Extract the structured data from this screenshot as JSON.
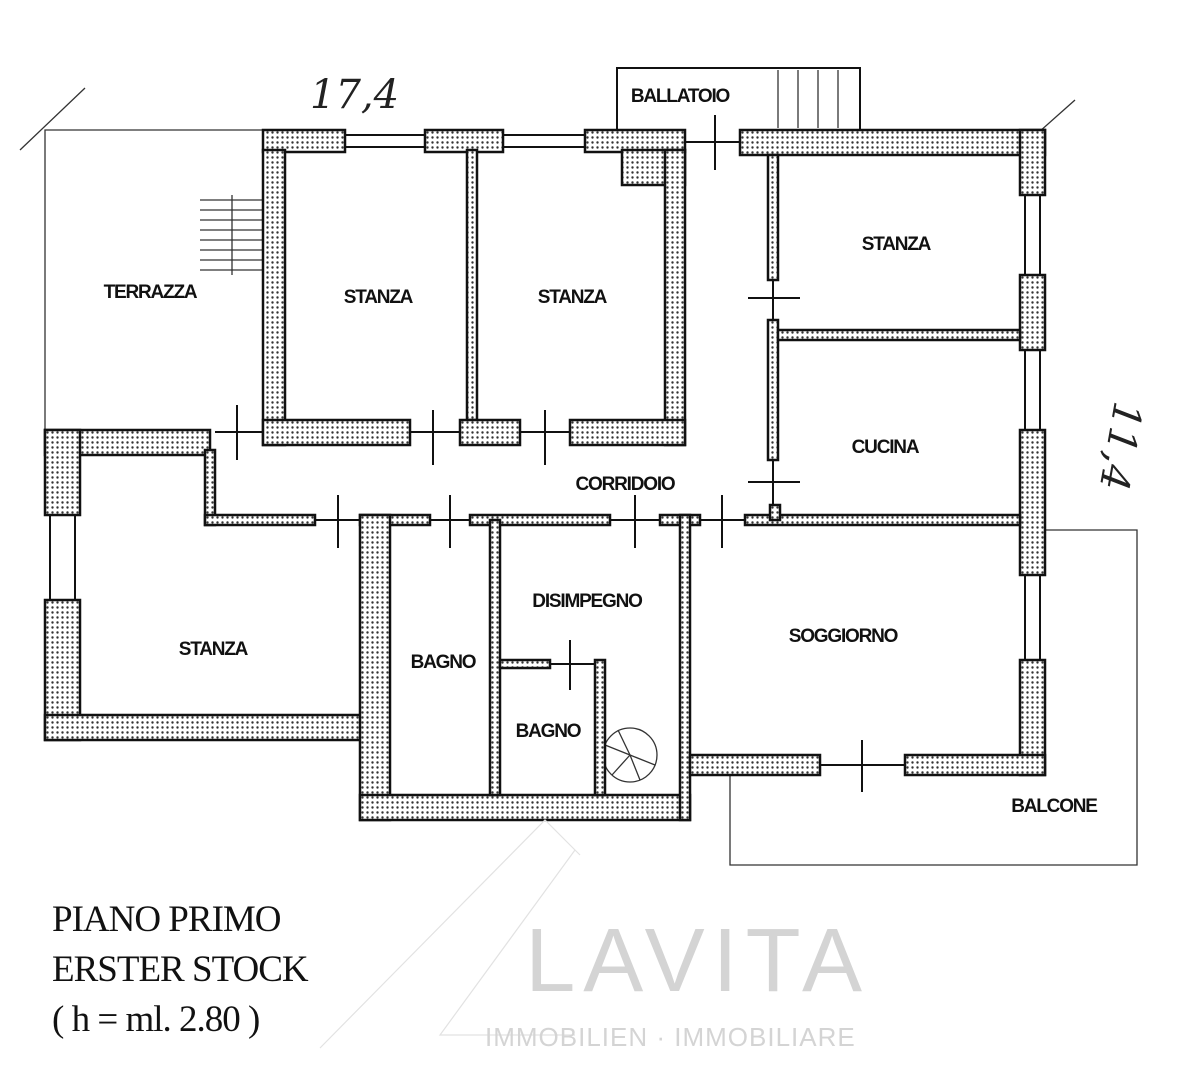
{
  "plan": {
    "dimension_top": "17,4",
    "dimension_right": "11,4",
    "rooms": {
      "ballatoio": "BALLATOIO",
      "terrazza": "TERRAZZA",
      "stanza_1": "STANZA",
      "stanza_2": "STANZA",
      "stanza_3": "STANZA",
      "cucina": "CUCINA",
      "corridoio": "CORRIDOIO",
      "stanza_4": "STANZA",
      "bagno_1": "BAGNO",
      "disimpegno": "DISIMPEGNO",
      "bagno_2": "BAGNO",
      "soggiorno": "SOGGIORNO",
      "balcone": "BALCONE"
    }
  },
  "caption": {
    "line1": "PIANO PRIMO",
    "line2": "ERSTER STOCK",
    "line3": "( h = ml. 2.80 )"
  },
  "watermark": {
    "brand": "LAVITA",
    "tagline": "IMMOBILIEN · IMMOBILIARE"
  }
}
